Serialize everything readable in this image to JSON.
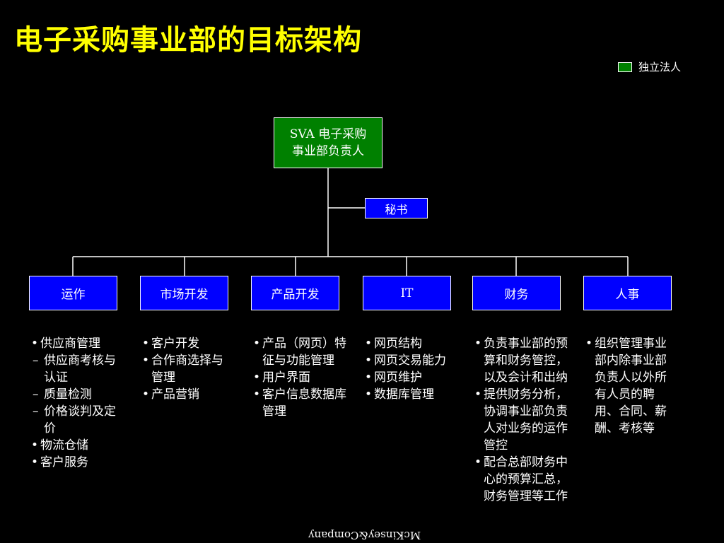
{
  "title": "电子采购事业部的目标架构",
  "legend": {
    "label": "独立法人",
    "swatch_color": "#008000"
  },
  "root": {
    "line1": "SVA 电子采购",
    "line2": "事业部负责人"
  },
  "secretary": {
    "label": "秘书"
  },
  "departments": [
    {
      "label": "运作",
      "items": [
        {
          "text": "供应商管理",
          "sub": false
        },
        {
          "text": "供应商考核与认证",
          "sub": true
        },
        {
          "text": "质量检测",
          "sub": true
        },
        {
          "text": "价格谈判及定价",
          "sub": true
        },
        {
          "text": "物流仓储",
          "sub": false
        },
        {
          "text": "客户服务",
          "sub": false
        }
      ]
    },
    {
      "label": "市场开发",
      "items": [
        {
          "text": "客户开发",
          "sub": false
        },
        {
          "text": "合作商选择与管理",
          "sub": false
        },
        {
          "text": "产品营销",
          "sub": false
        }
      ]
    },
    {
      "label": "产品开发",
      "items": [
        {
          "text": "产品（网页）特征与功能管理",
          "sub": false
        },
        {
          "text": "用户界面",
          "sub": false
        },
        {
          "text": "客户信息数据库管理",
          "sub": false
        }
      ]
    },
    {
      "label": "IT",
      "items": [
        {
          "text": "网页结构",
          "sub": false
        },
        {
          "text": "网页交易能力",
          "sub": false
        },
        {
          "text": "网页维护",
          "sub": false
        },
        {
          "text": "数据库管理",
          "sub": false
        }
      ]
    },
    {
      "label": "财务",
      "items": [
        {
          "text": "负责事业部的预算和财务管控，以及会计和出纳",
          "sub": false
        },
        {
          "text": "提供财务分析，协调事业部负责人对业务的运作管控",
          "sub": false
        },
        {
          "text": "配合总部财务中心的预算汇总，财务管理等工作",
          "sub": false
        }
      ]
    },
    {
      "label": "人事",
      "items": [
        {
          "text": "组织管理事业部内除事业部负责人以外所有人员的聘用、合同、薪酬、考核等",
          "sub": false
        }
      ]
    }
  ],
  "colors": {
    "title": "#ffff00",
    "root_box": "#008000",
    "dept_box": "#0000ff",
    "background": "#000000"
  },
  "footer": "McKinsey&Company"
}
